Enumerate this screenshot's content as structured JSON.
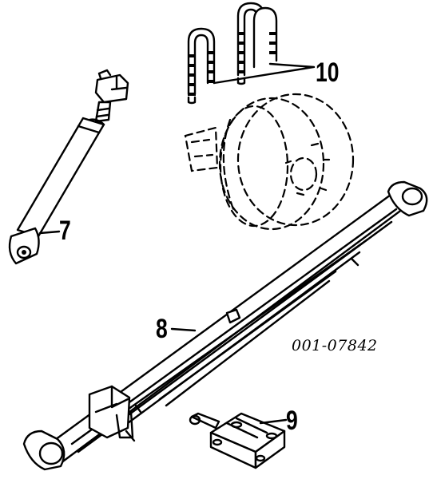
{
  "callouts": {
    "shock_absorber": "7",
    "leaf_spring": "8",
    "spring_plate": "9",
    "u_bolts": "10"
  },
  "part_number": "001-07842"
}
